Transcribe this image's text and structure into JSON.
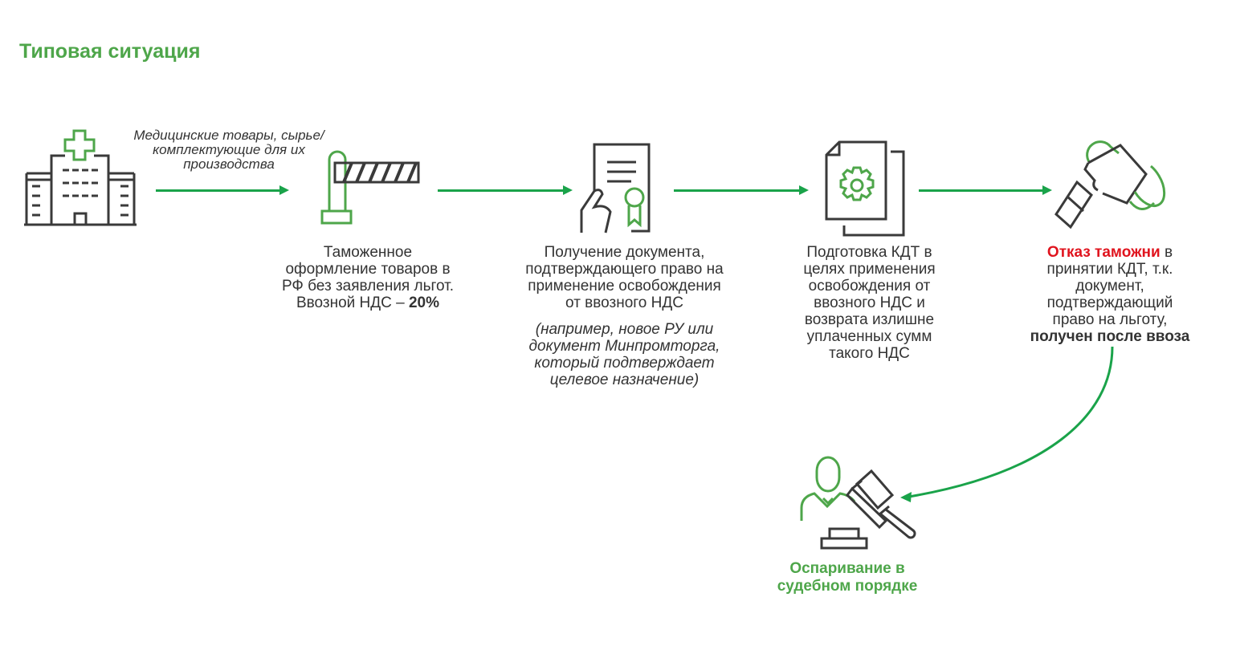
{
  "title": "Типовая ситуация",
  "colors": {
    "accent_green": "#4ea64a",
    "arrow_green": "#1aa34a",
    "alert_red": "#e0141e",
    "icon_gray": "#3a3a3a"
  },
  "goods_label": "Медицинские товары, сырье/комплектующие для их производства",
  "steps": [
    {
      "icon": "hospital-icon",
      "caption": []
    },
    {
      "icon": "barrier-icon",
      "caption_lines": [
        "Таможенное",
        "оформление товаров в",
        "РФ без заявления льгот."
      ],
      "caption_vat_prefix": "Ввозной НДС – ",
      "caption_vat_value": "20%"
    },
    {
      "icon": "certificate-document-icon",
      "caption_lines": [
        "Получение документа,",
        "подтверждающего право на",
        "применение освобождения",
        "от ввозного НДС"
      ],
      "note_lines": [
        "(например, новое РУ или",
        "документ Минпромторга,",
        "который подтверждает",
        "целевое назначение)"
      ]
    },
    {
      "icon": "settings-document-icon",
      "caption_lines": [
        "Подготовка КДТ в",
        "целях применения",
        "освобождения от",
        "ввозного НДС и",
        "возврата излишне",
        "уплаченных сумм",
        "такого НДС"
      ]
    },
    {
      "icon": "stamp-icon",
      "caption_red": "Отказ таможни",
      "caption_after_red": " в",
      "caption_lines": [
        "принятии КДТ, т.к.",
        "документ,",
        "подтверждающий",
        "право на льготу,"
      ],
      "caption_bold": "получен после ввоза"
    }
  ],
  "court": {
    "icon": "judge-gavel-icon",
    "label_line1": "Оспаривание в",
    "label_line2": "судебном порядке"
  }
}
